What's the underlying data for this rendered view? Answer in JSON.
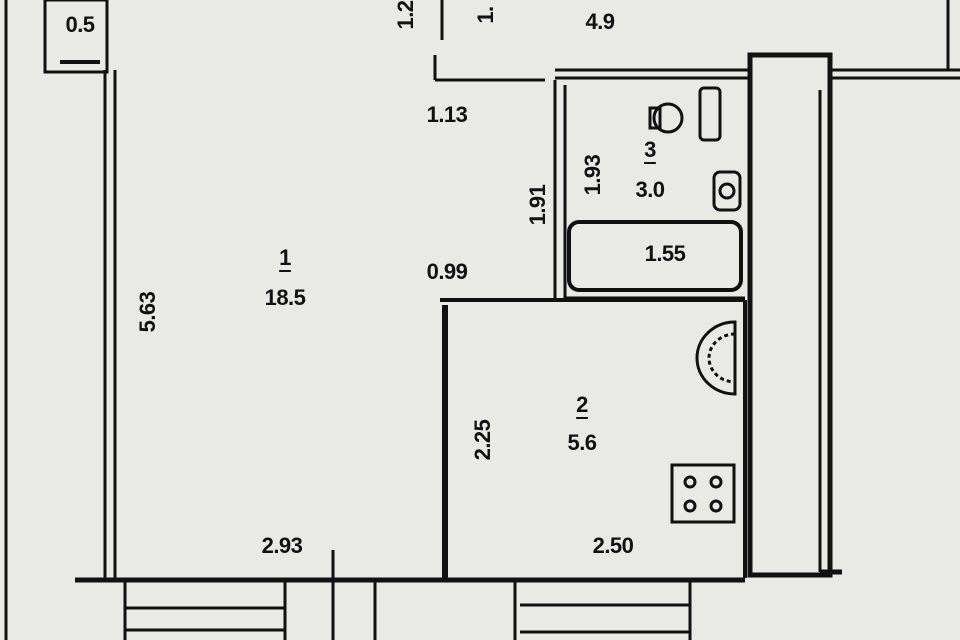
{
  "plan": {
    "rooms": [
      {
        "number": "1",
        "area": "18.5"
      },
      {
        "number": "2",
        "area": "5.6"
      },
      {
        "number": "3",
        "area": "3.0"
      }
    ],
    "dimensions": {
      "closet": "0.5",
      "top_a": "1.2",
      "top_b": "1.",
      "hall_area": "4.9",
      "hall_width": "1.13",
      "door_width": "0.99",
      "room1_length": "5.63",
      "room1_width": "2.93",
      "bath_height_outer": "1.91",
      "bath_height_inner": "1.93",
      "bathtub": "1.55",
      "kitchen_length": "2.25",
      "kitchen_width": "2.50"
    }
  }
}
